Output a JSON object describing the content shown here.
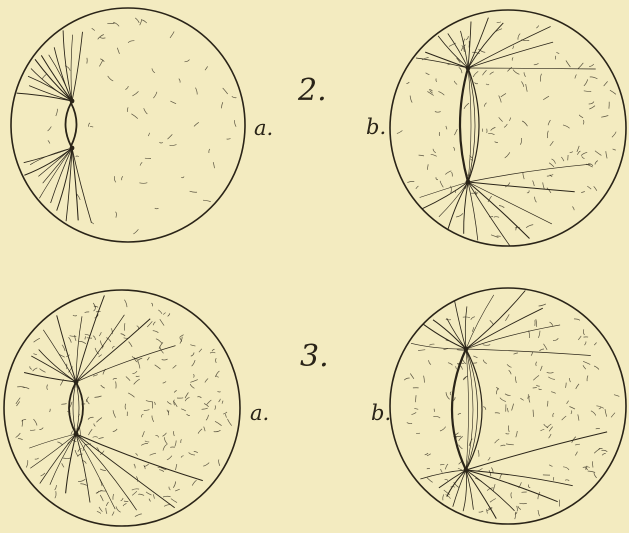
{
  "plate": {
    "paper_color": "#f3ebc0",
    "ink_color": "#2a2418"
  },
  "figures": [
    {
      "number": "2.",
      "panels": [
        {
          "letter": "a."
        },
        {
          "letter": "b."
        }
      ]
    },
    {
      "number": "3.",
      "panels": [
        {
          "letter": "a."
        },
        {
          "letter": "b."
        }
      ]
    }
  ]
}
